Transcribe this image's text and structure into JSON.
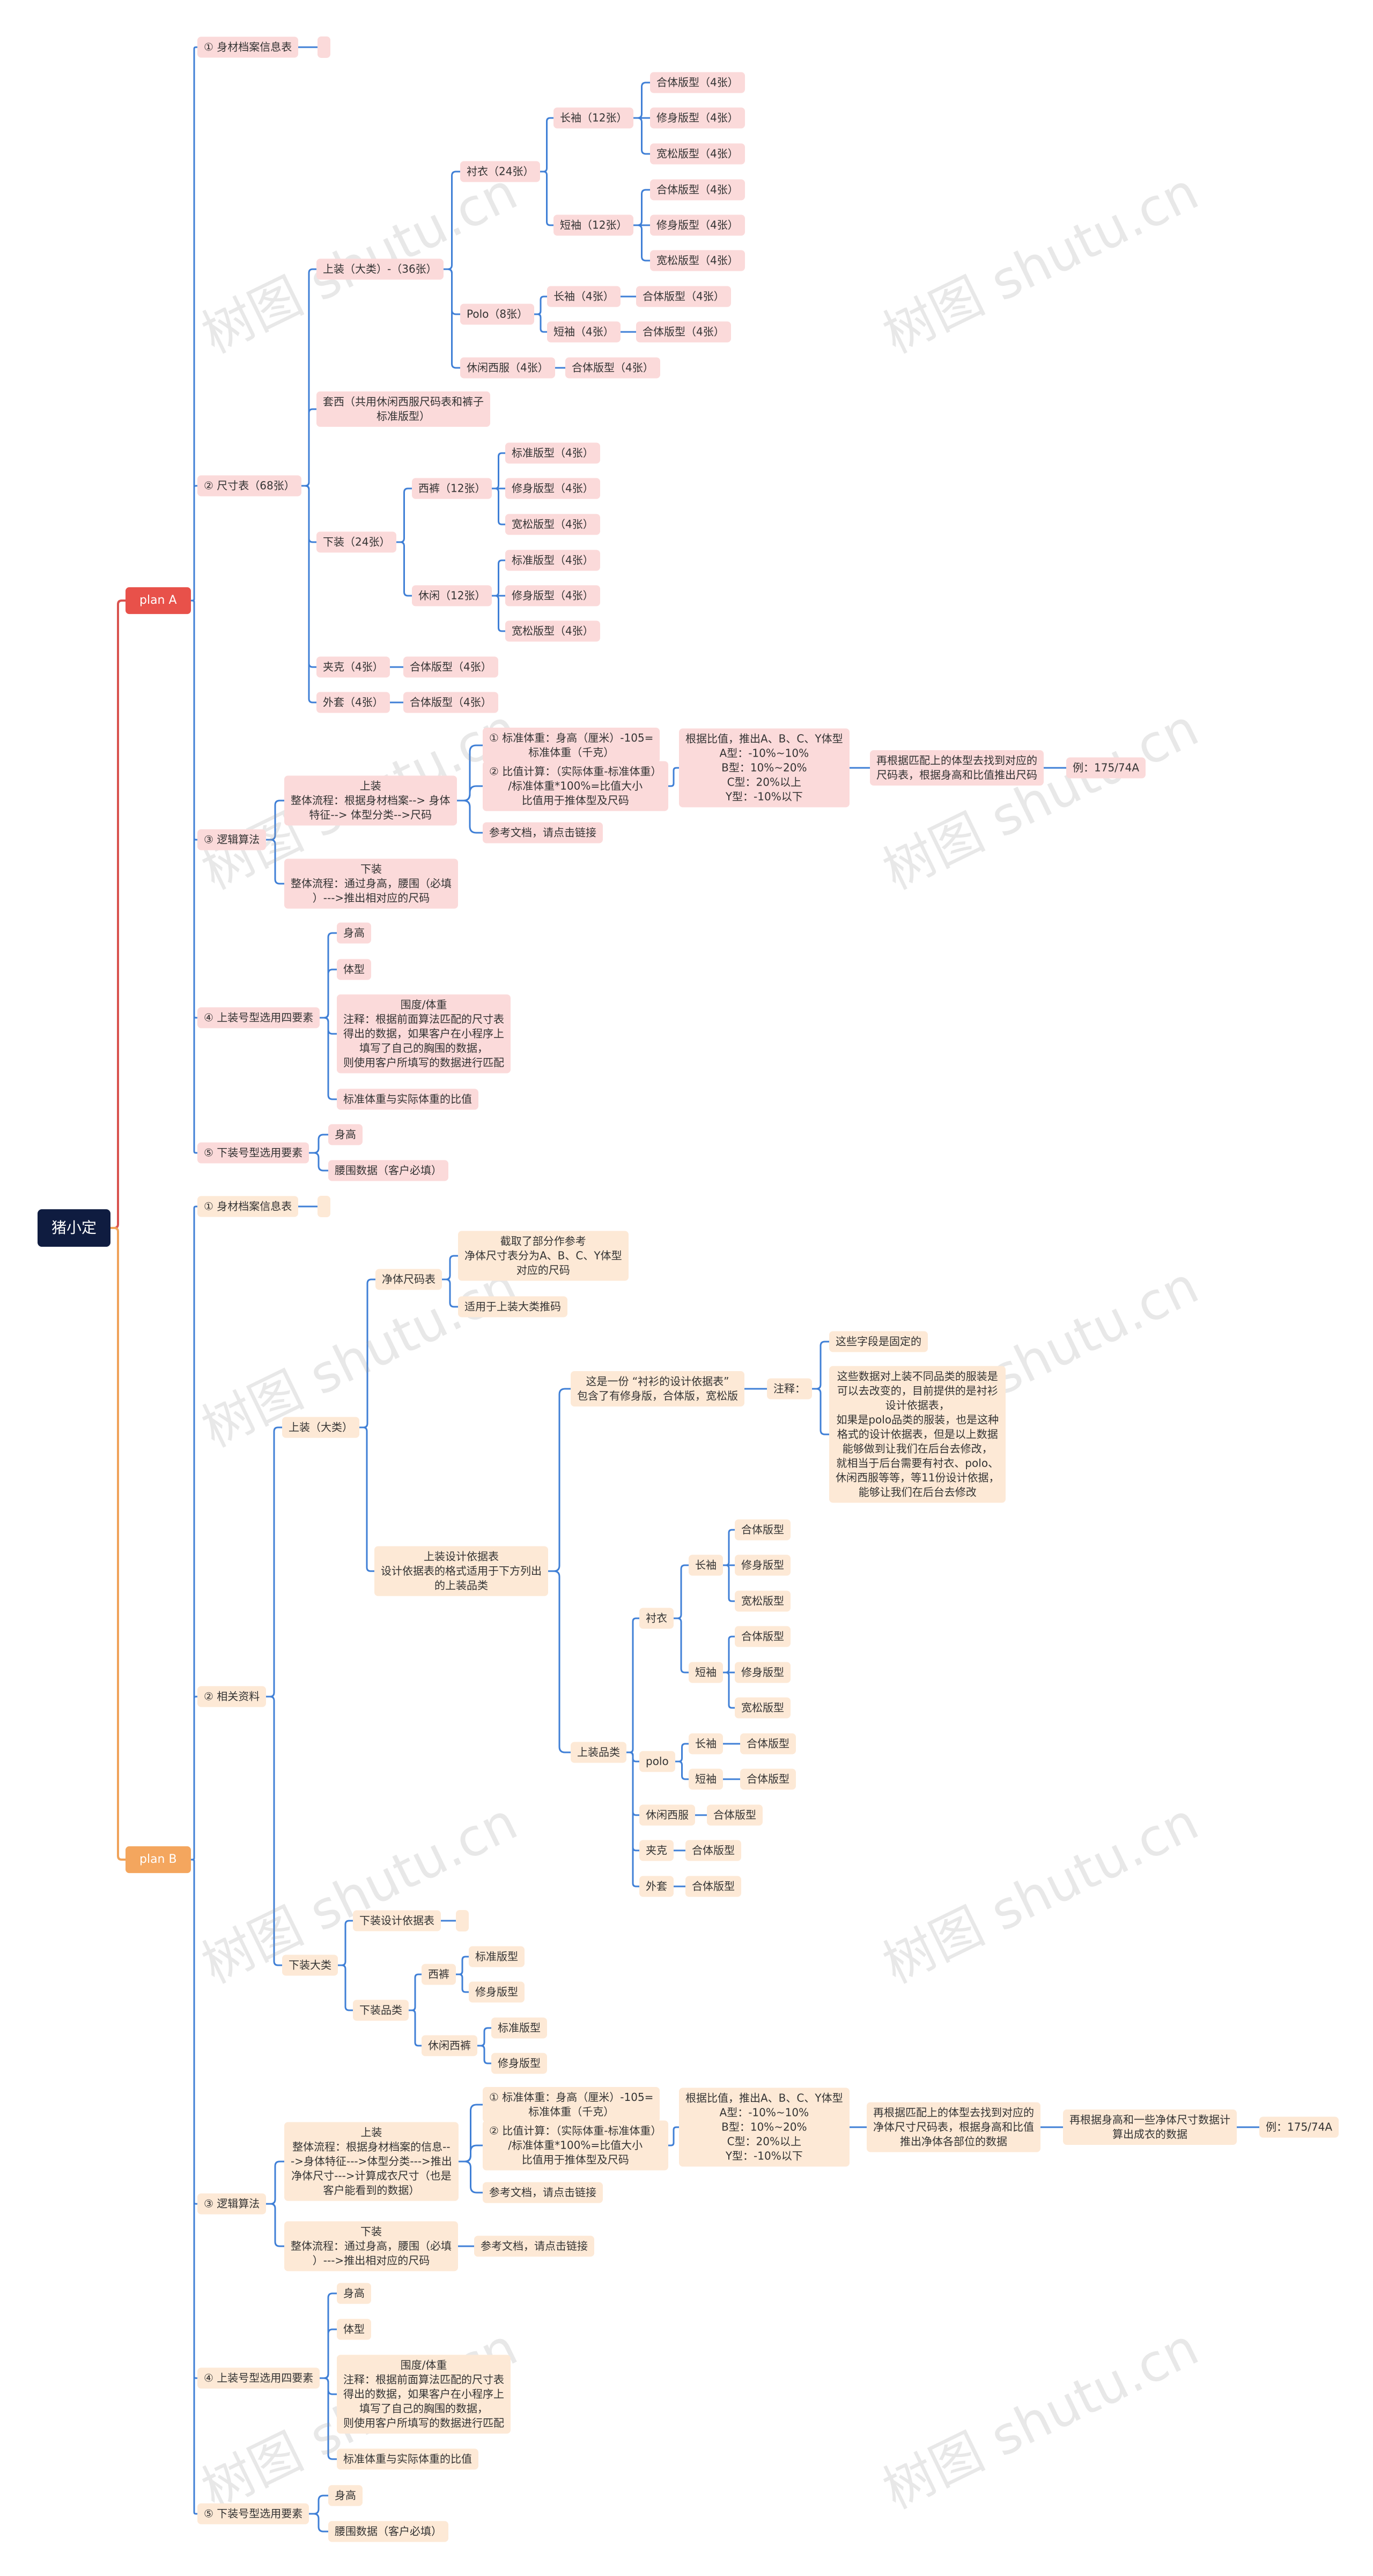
{
  "watermark": "树图 shutu.cn",
  "colors": {
    "planA_line": "#d9534f",
    "planB_line": "#f0a35a",
    "branch_line": "#3f7fd6"
  },
  "root": "猪小定",
  "planA": {
    "label": "plan A",
    "c1": "① 身材档案信息表",
    "c2": "② 尺寸表（68张）",
    "top": "上装（大类）-（36张）",
    "shirt": "衬衣（24张）",
    "long": "长袖（12张）",
    "short": "短袖（12张）",
    "heti": "合体版型（4张）",
    "xiushen": "修身版型（4张）",
    "kuansong": "宽松版型（4张）",
    "polo": "Polo（8张）",
    "long4": "长袖（4张）",
    "short4": "短袖（4张）",
    "casual": "休闲西服（4张）",
    "suit": "套西（共用休闲西服尺码表和裤子\n标准版型）",
    "bottom": "下装（24张）",
    "xiku": "西裤（12张）",
    "xiuxian": "休闲（12张）",
    "biaozhun": "标准版型（4张）",
    "jacket": "夹克（4张）",
    "coat": "外套（4张）",
    "c3": "③ 逻辑算法",
    "logic_top": "上装\n整体流程：根据身材档案--> 身体\n特征-->  体型分类-->尺码",
    "logic_bottom": "下装\n整体流程：通过身高，腰围（必填\n）--->推出相对应的尺码",
    "std": "① 标准体重：身高（厘米）-105=\n标准体重（千克）",
    "ratio": "② 比值计算：（实际体重-标准体重）\n/标准体重*100%=比值大小\n比值用于推体型及尺码",
    "ref": "参考文档，请点击链接",
    "types": "根据比值，推出A、B、C、Y体型\nA型：-10%~10%\nB型：10%~20%\nC型：20%以上\nY型：-10%以下",
    "match": "再根据匹配上的体型去找到对应的\n尺码表，根据身高和比值推出尺码",
    "example": "例：175/74A",
    "c4": "④ 上装号型选用四要素",
    "height": "身高",
    "build": "体型",
    "chest": "围度/体重\n注释：根据前面算法匹配的尺寸表\n得出的数据，如果客户在小程序上\n填写了自己的胸围的数据，\n则使用客户所填写的数据进行匹配",
    "wratio": "标准体重与实际体重的比值",
    "c5": "⑤ 下装号型选用要素",
    "waist": "腰围数据（客户必填）"
  },
  "planB": {
    "label": "plan B",
    "c1": "① 身材档案信息表",
    "c2": "② 相关资料",
    "top": "上装（大类）",
    "net": "净体尺码表",
    "net_desc": "截取了部分作参考\n净体尺寸表分为A、B、C、Y体型\n对应的尺码",
    "net_use": "适用于上装大类推码",
    "design": "上装设计依据表\n设计依据表的格式适用于下方列出\n的上装品类",
    "shirt_doc": "这是一份 “衬衫的设计依据表”\n包含了有修身版，合体版，宽松版",
    "note": "注释：",
    "fixed": "这些字段是固定的",
    "note_desc": "这些数据对上装不同品类的服装是\n可以去改变的，目前提供的是衬衫\n设计依据表，\n如果是polo品类的服装，也是这种\n格式的设计依据表，但是以上数据\n能够做到让我们在后台去修改，\n就相当于后台需要有衬衣、polo、\n休闲西服等等，等11份设计依据，\n能够让我们在后台去修改",
    "items": "上装品类",
    "shirt": "衬衣",
    "long": "长袖",
    "short": "短袖",
    "heti": "合体版型",
    "xiushen": "修身版型",
    "kuansong": "宽松版型",
    "polo": "polo",
    "casual": "休闲西服",
    "jacket": "夹克",
    "coat": "外套",
    "bottom": "下装大类",
    "bdesign": "下装设计依据表",
    "bitems": "下装品类",
    "xiku": "西裤",
    "xiuxianxiku": "休闲西裤",
    "biaozhun": "标准版型",
    "c3": "③ 逻辑算法",
    "logic_top": "上装\n整体流程：根据身材档案的信息--\n->身体特征--->体型分类--->推出\n净体尺寸--->计算成衣尺寸（也是\n客户能看到的数据）",
    "logic_bottom": "下装\n整体流程：通过身高，腰围（必填\n）--->推出相对应的尺码",
    "std": "① 标准体重：身高（厘米）-105=\n标准体重（千克）",
    "ratio": "② 比值计算：（实际体重-标准体重）\n/标准体重*100%=比值大小\n比值用于推体型及尺码",
    "ref": "参考文档，请点击链接",
    "types": "根据比值，推出A、B、C、Y体型\nA型：-10%~10%\nB型：10%~20%\nC型：20%以上\nY型：-10%以下",
    "match": "再根据匹配上的体型去找到对应的\n净体尺寸尺码表，根据身高和比值\n推出净体各部位的数据",
    "calc": "再根据身高和一些净体尺寸数据计\n算出成衣的数据",
    "example": "例：175/74A",
    "ref2": "参考文档，请点击链接",
    "c4": "④ 上装号型选用四要素",
    "height": "身高",
    "build": "体型",
    "chest": "围度/体重\n注释：根据前面算法匹配的尺寸表\n得出的数据，如果客户在小程序上\n填写了自己的胸围的数据，\n则使用客户所填写的数据进行匹配",
    "wratio": "标准体重与实际体重的比值",
    "c5": "⑤ 下装号型选用要素",
    "waist": "腰围数据（客户必填）"
  }
}
